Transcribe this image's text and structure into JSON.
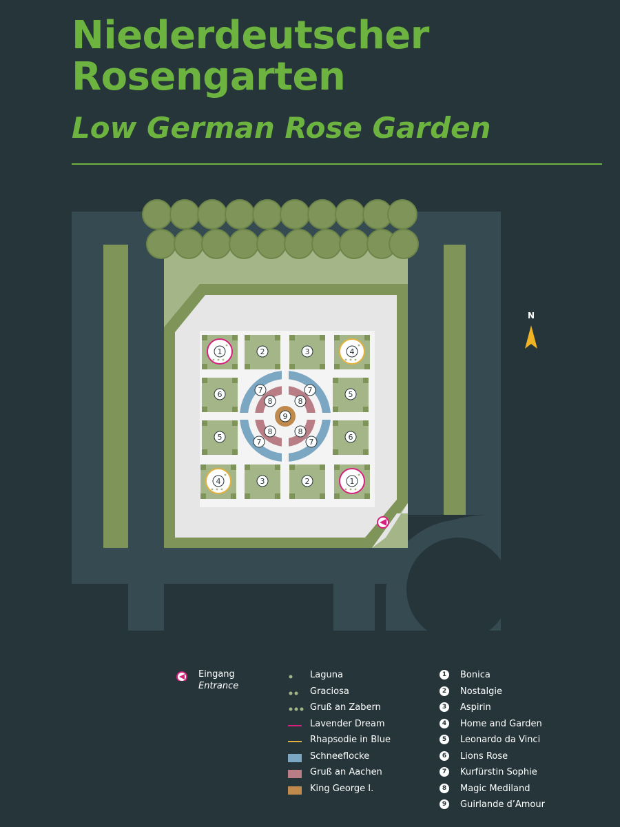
{
  "header": {
    "title_line1": "Niederdeutscher",
    "title_line2": "Rosengarten",
    "subtitle": "Low German Rose Garden"
  },
  "compass": {
    "label": "N"
  },
  "colors": {
    "background": "#25353a",
    "path": "#364a52",
    "hedge": "#7e9458",
    "lawn": "#a4b587",
    "plaza": "#e6e6e6",
    "title": "#6db33f",
    "lavender_dream": "#d6217e",
    "rhapsodie_in_blue": "#e3b23c",
    "schneeflocke": "#7ba7c3",
    "gruss_an_aachen": "#b97e85",
    "king_george": "#c08a4d",
    "compass_arrow": "#f0b323"
  },
  "legend": {
    "entrance": {
      "label": "Eingang",
      "label_en": "Entrance",
      "icon": "entrance-arrow-icon"
    },
    "markers": [
      {
        "label": "Laguna",
        "symbol": "one-dot"
      },
      {
        "label": "Graciosa",
        "symbol": "two-dots"
      },
      {
        "label": "Gruß an Zabern",
        "symbol": "three-dots"
      },
      {
        "label": "Lavender Dream",
        "symbol": "pink-line"
      },
      {
        "label": "Rhapsodie in Blue",
        "symbol": "yellow-line"
      },
      {
        "label": "Schneeflocke",
        "symbol": "blue-swatch"
      },
      {
        "label": "Gruß an Aachen",
        "symbol": "mauve-swatch"
      },
      {
        "label": "King George I.",
        "symbol": "brown-swatch"
      }
    ],
    "numbered": [
      {
        "num": "1",
        "label": "Bonica"
      },
      {
        "num": "2",
        "label": "Nostalgie"
      },
      {
        "num": "3",
        "label": "Aspirin"
      },
      {
        "num": "4",
        "label": "Home and Garden"
      },
      {
        "num": "5",
        "label": "Leonardo da Vinci"
      },
      {
        "num": "6",
        "label": "Lions Rose"
      },
      {
        "num": "7",
        "label": "Kurfürstin Sophie"
      },
      {
        "num": "8",
        "label": "Magic Mediland"
      },
      {
        "num": "9",
        "label": "Guirlande d’Amour"
      }
    ]
  },
  "map": {
    "beds": [
      {
        "num": "1",
        "ring": "lavender_dream"
      },
      {
        "num": "2"
      },
      {
        "num": "3"
      },
      {
        "num": "4",
        "ring": "rhapsodie_in_blue"
      },
      {
        "num": "6"
      },
      {
        "num": "5"
      },
      {
        "num": "5"
      },
      {
        "num": "6"
      },
      {
        "num": "4",
        "ring": "rhapsodie_in_blue"
      },
      {
        "num": "3"
      },
      {
        "num": "2"
      },
      {
        "num": "1",
        "ring": "lavender_dream"
      }
    ],
    "center_labels": {
      "outer": "7",
      "inner": "8",
      "core": "9"
    }
  }
}
